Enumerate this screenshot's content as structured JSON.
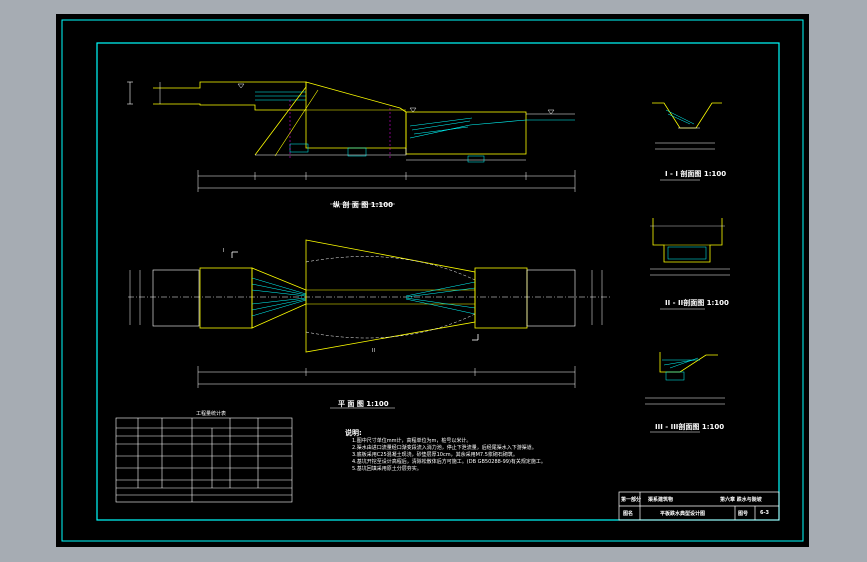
{
  "colors": {
    "background": "#a6acb3",
    "paper": "#000000",
    "frame": "#00ffff",
    "line": "#ffffff",
    "outline": "#ffff00",
    "hatch": "#00ffff",
    "dim": "#ffffff",
    "purple": "#ff00ff"
  },
  "views": {
    "longitudinal_title": "纵 剖 面 图 1:100",
    "plan_title": "平 面 图 1:100",
    "section1_title": "I - I 剖面图 1:100",
    "section2_title": "II - II剖面图 1:100",
    "section3_title": "III - III剖面图 1:100"
  },
  "markers": {
    "I": "I",
    "II": "II"
  },
  "materials_table": {
    "title": "工程量统计表"
  },
  "notes": {
    "title": "说明:",
    "items": [
      "1.图中尺寸单位mm计，高程单位为m，桩号以米计。",
      "2.渠水由进口流量经口渐变段流入消力池，停止下泄流量，后经尾渠水入下游渠道。",
      "3.底板采用C25混凝土现浇，砂垫层厚10cm，其余采用M7.5浆砌石砌筑。",
      "4.基坑开挖至设计高程后，清除松散体后方可施工。(DB GB50288-99)有关规定施工。",
      "5.基坑回填采用原土分层夯实。"
    ]
  },
  "title_block": {
    "row1_left": "第一部分",
    "row1_mid": "渠系建筑物",
    "row1_right": "第六章 跌水与陡坡",
    "row2_left": "图名",
    "row2_mid": "平板跌水典型设计图",
    "row2_num_label": "图号",
    "row2_num": "6-3"
  }
}
